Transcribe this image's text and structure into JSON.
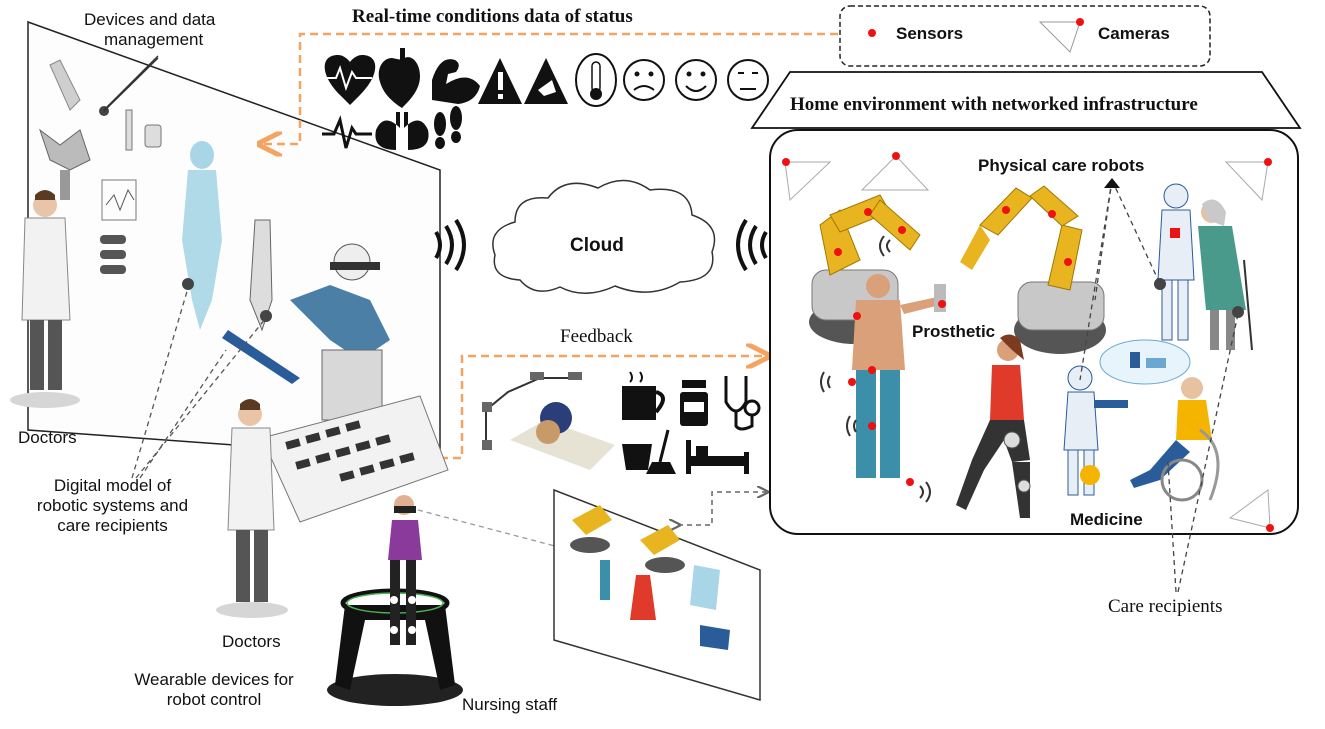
{
  "labels": {
    "realtime_title": "Real-time conditions data of status",
    "legend_sensors": "Sensors",
    "legend_cameras": "Cameras",
    "home_env_title": "Home environment with networked infrastructure",
    "devices_mgmt_line1": "Devices and data",
    "devices_mgmt_line2": "management",
    "cloud": "Cloud",
    "feedback": "Feedback",
    "physical_robots": "Physical care robots",
    "prosthetic": "Prosthetic",
    "medicine": "Medicine",
    "care_recipients": "Care recipients",
    "doctors_top": "Doctors",
    "doctors_bottom": "Doctors",
    "digital_model_line1": "Digital model of",
    "digital_model_line2": "robotic systems and",
    "digital_model_line3": "care recipients",
    "wearable_line1": "Wearable devices for",
    "wearable_line2": "robot control",
    "nursing_staff": "Nursing staff"
  },
  "status_icons": [
    "heart-rate-icon",
    "heart-icon",
    "muscle-icon",
    "warning-icon",
    "fall-warning-icon",
    "thermometer-icon",
    "sad-face-icon",
    "happy-face-icon",
    "neutral-face-icon",
    "ecg-icon",
    "lungs-icon",
    "footprints-icon"
  ],
  "feedback_icons": [
    "coffee-cup-icon",
    "medicine-bottle-icon",
    "stethoscope-icon",
    "cleaning-icon",
    "bed-icon"
  ],
  "colors": {
    "dashed_arrow": "#f4a460",
    "sensor_dot": "#e11",
    "robot_arm": "#e8b420",
    "robot_base": "#555555",
    "frame": "#111111"
  }
}
